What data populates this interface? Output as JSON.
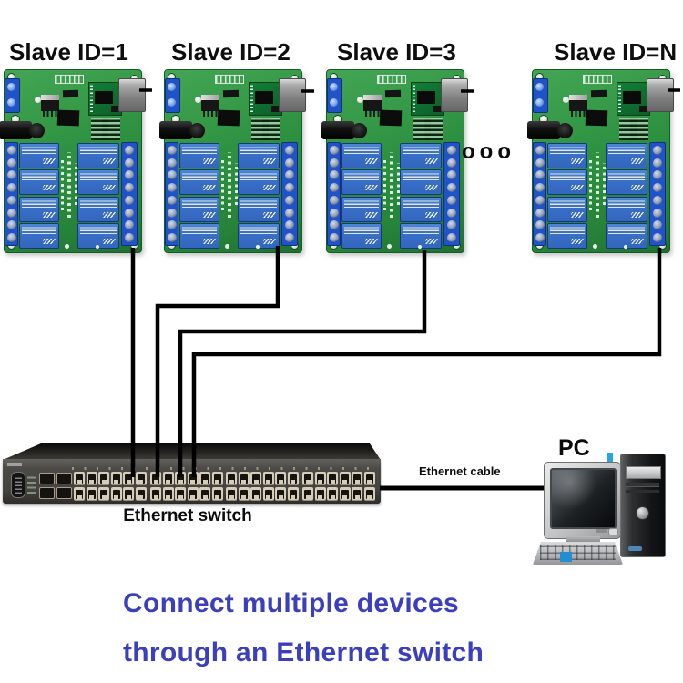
{
  "boards": [
    {
      "label": "Slave ID=1"
    },
    {
      "label": "Slave ID=2"
    },
    {
      "label": "Slave ID=3"
    },
    {
      "label": "Slave ID=N"
    }
  ],
  "ellipsis": "ooo",
  "switch": {
    "label": "Ethernet switch",
    "port_groups": 4,
    "ports_per_group": 12,
    "port_rows": 2
  },
  "cable": {
    "label": "Ethernet cable"
  },
  "pc": {
    "label": "PC"
  },
  "caption": {
    "line1": "Connect multiple devices",
    "line2": "through an Ethernet switch"
  },
  "colors": {
    "caption_blue": "#3b3fbb",
    "pcb_green": "#2f9443",
    "relay_blue": "#3a70c8",
    "terminal_blue": "#2053c8",
    "wire_black": "#000000",
    "switch_gray": "#4c4a46",
    "port_beige": "#d5ccb9",
    "pc_accent_blue": "#1f8fd0"
  }
}
